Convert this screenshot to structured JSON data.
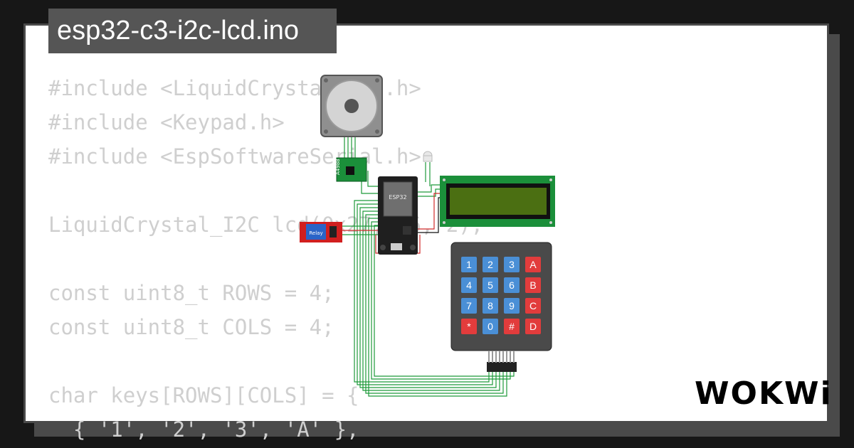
{
  "file_title": "esp32-c3-i2c-lcd.ino",
  "code_lines": [
    "#include <LiquidCrystal_I2C.h>",
    "#include <Keypad.h>",
    "#include <EspSoftwareSerial.h>",
    "",
    "LiquidCrystal_I2C lcd(0x27, 16, 2);",
    "",
    "const uint8_t ROWS = 4;",
    "const uint8_t COLS = 4;",
    "",
    "char keys[ROWS][COLS] = {",
    "  { '1', '2', '3', 'A' },"
  ],
  "esp_label": "ESP32",
  "driver_label": "A4988",
  "relay_label": "Relay",
  "keypad_keys": [
    "1",
    "2",
    "3",
    "A",
    "4",
    "5",
    "6",
    "B",
    "7",
    "8",
    "9",
    "C",
    "*",
    "0",
    "#",
    "D"
  ],
  "brand": "WOKWi",
  "colors": {
    "key_blue": "#4a8fd6",
    "key_red": "#e23c3c",
    "wire_green": "#1e9a3a",
    "wire_red": "#d12b2b",
    "lcd_pcb": "#1b8f3a",
    "lcd_screen": "#4b6f12"
  }
}
